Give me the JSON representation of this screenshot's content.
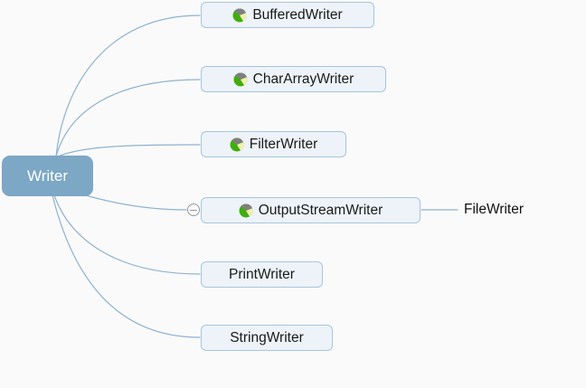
{
  "diagram": {
    "type": "mindmap-class-hierarchy",
    "root": {
      "label": "Writer"
    },
    "children": [
      {
        "label": "BufferedWriter",
        "icon": "pie-chart-icon",
        "expanded": null
      },
      {
        "label": "CharArrayWriter",
        "icon": "pie-chart-icon",
        "expanded": null
      },
      {
        "label": "FilterWriter",
        "icon": "pie-chart-icon",
        "expanded": null
      },
      {
        "label": "OutputStreamWriter",
        "icon": "pie-chart-icon",
        "expanded": true,
        "collapse_glyph": "minus"
      },
      {
        "label": "PrintWriter",
        "icon": null,
        "expanded": null
      },
      {
        "label": "StringWriter",
        "icon": null,
        "expanded": null
      }
    ],
    "grandchildren": [
      {
        "parent": "OutputStreamWriter",
        "label": "FileWriter"
      }
    ]
  },
  "colors": {
    "background": "#fafafa",
    "connector_line": "#8fb2cf",
    "root_fill": "#7ca7c5",
    "root_text": "#ffffff",
    "child_fill": "#edf3f8",
    "child_border": "#a6c5e0",
    "child_text": "#1a1a1a",
    "icon_green": "#3fae0d",
    "icon_gray": "#7f7f7f",
    "icon_yellow": "#f2efae",
    "collapse_border": "#999999"
  }
}
